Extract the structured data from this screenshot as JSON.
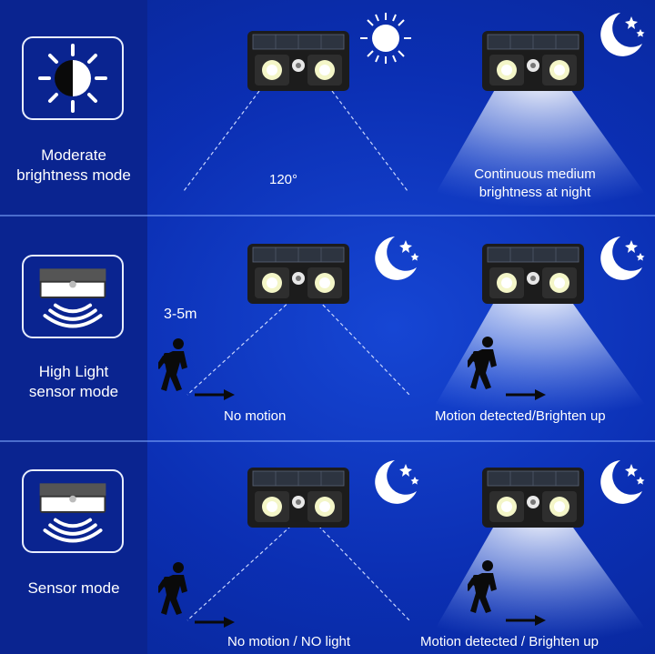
{
  "colors": {
    "background": "#0b2fb3",
    "left_panel": "#0a2490",
    "text": "#ffffff",
    "lamp_body": "#1c1c1c",
    "led": "#f4f6c8"
  },
  "modes": [
    {
      "label_line1": "Moderate",
      "label_line2": "brightness mode",
      "icon": "half-sun-icon",
      "left_caption": "120°",
      "right_caption_line1": "Continuous medium",
      "right_caption_line2": "brightness at night",
      "left_symbol": "sun-icon",
      "right_symbol": "moon-stars-icon"
    },
    {
      "label_line1": "High Light",
      "label_line2": "sensor mode",
      "icon": "lamp-motion-sensor-icon",
      "distance": "3-5m",
      "left_caption": "No motion",
      "right_caption": "Motion detected/Brighten up",
      "left_symbol": "moon-stars-icon",
      "right_symbol": "moon-stars-icon"
    },
    {
      "label_line1": "Sensor mode",
      "icon": "lamp-motion-sensor-icon",
      "left_caption": "No motion / NO light",
      "right_caption": "Motion detected / Brighten up",
      "left_symbol": "moon-stars-icon",
      "right_symbol": "moon-stars-icon"
    }
  ]
}
